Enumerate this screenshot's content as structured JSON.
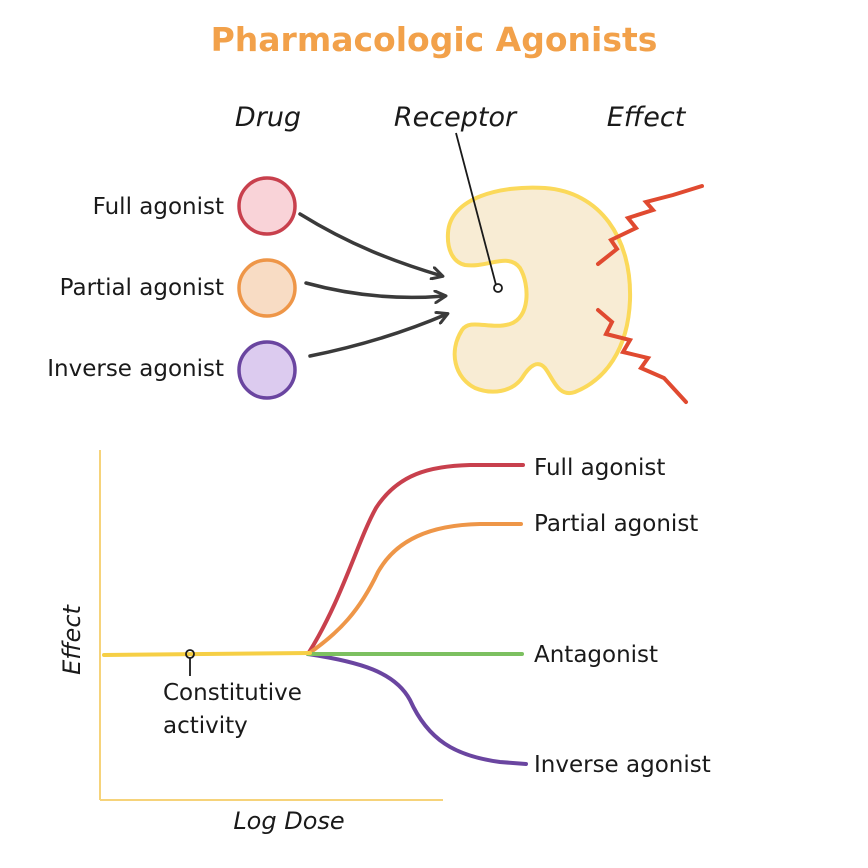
{
  "title": "Pharmacologic Agonists",
  "columns": {
    "drug": "Drug",
    "receptor": "Receptor",
    "effect": "Effect"
  },
  "drugs": [
    {
      "label": "Full agonist",
      "stroke": "#c8404d",
      "fill": "#f9d3d8"
    },
    {
      "label": "Partial agonist",
      "stroke": "#ee9648",
      "fill": "#f8dcc4"
    },
    {
      "label": "Inverse agonist",
      "stroke": "#6a45a0",
      "fill": "#dccbef"
    }
  ],
  "receptor_colors": {
    "stroke": "#fbd95a",
    "fill": "#f8ecd4"
  },
  "effect_color": "#e04a30",
  "arrow_color": "#3a3a3a",
  "graph": {
    "axis_color": "#f6d37a",
    "x_label": "Log Dose",
    "y_label": "Effect",
    "constitutive_label": [
      "Constitutive",
      "activity"
    ],
    "baseline_color": "#f6cf45",
    "curves": [
      {
        "name": "Full agonist",
        "color": "#c8404d"
      },
      {
        "name": "Partial agonist",
        "color": "#ee9648"
      },
      {
        "name": "Antagonist",
        "color": "#7cc060"
      },
      {
        "name": "Inverse agonist",
        "color": "#6a45a0"
      }
    ]
  }
}
